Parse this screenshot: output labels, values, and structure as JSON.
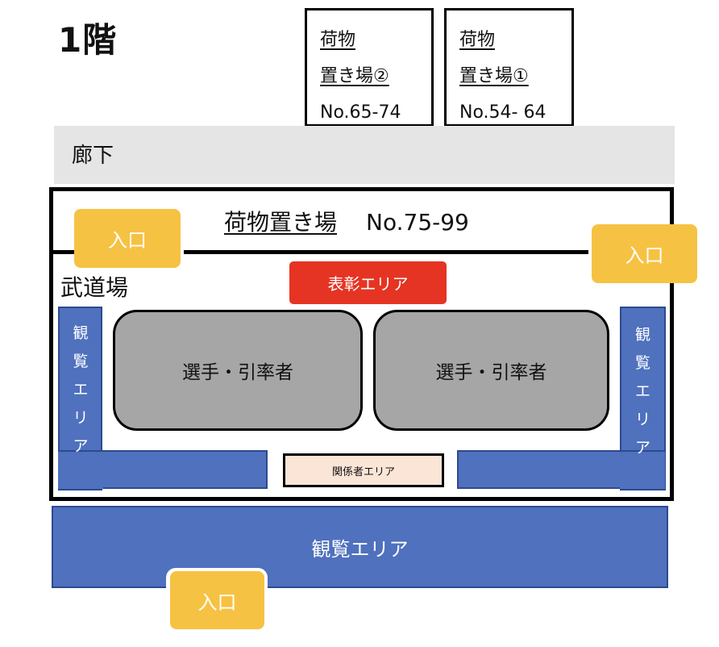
{
  "floor_label": "1階",
  "storage_2": {
    "line1": "荷物",
    "line2": "置き場②",
    "line3": "No.65-74"
  },
  "storage_1": {
    "line1": "荷物",
    "line2": "置き場①",
    "line3": "No.54- 64"
  },
  "corridor": "廊下",
  "hall_storage": {
    "label": "荷物置き場",
    "numbers": "No.75-99"
  },
  "entrances": [
    "入口",
    "入口",
    "入口"
  ],
  "dojo_label": "武道場",
  "award_area": "表彰エリア",
  "athlete_areas": [
    "選手・引率者",
    "選手・引率者"
  ],
  "staff_area": "関係者エリア",
  "spectator_side_chars": [
    "観",
    "覧",
    "エ",
    "リ",
    "ア"
  ],
  "spectator_bottom": "観覧エリア",
  "colors": {
    "entrance": "#f6c243",
    "award": "#e53423",
    "spectator": "#4f71be",
    "athletes": "#a6a6a6",
    "staff": "#fbe5d6",
    "corridor": "#e5e5e5"
  }
}
